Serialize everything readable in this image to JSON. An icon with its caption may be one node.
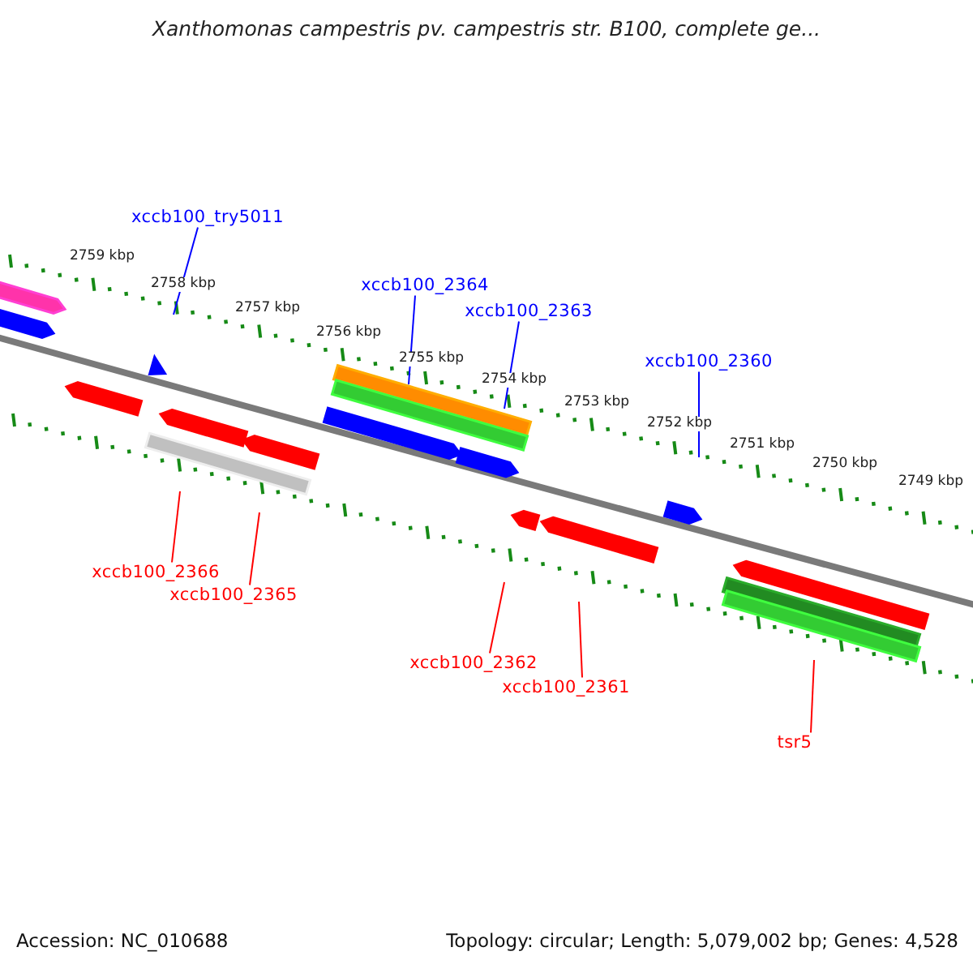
{
  "diagram": {
    "title": "Xanthomonas campestris pv. campestris str. B100, complete ge...",
    "nodes": [
      {
        "text": [
          "xccb100_try5011"
        ]
      },
      {
        "text": [
          "xccb100_2364"
        ]
      },
      {
        "text": [
          "xccb100_2363"
        ]
      },
      {
        "text": [
          "xccb100_2360"
        ]
      },
      {
        "text": [
          "xccb100_2366"
        ]
      },
      {
        "text": [
          "xccb100_2365"
        ]
      },
      {
        "text": [
          "xccb100_2362"
        ]
      },
      {
        "text": [
          "xccb100_2361"
        ]
      },
      {
        "text": [
          "tsr5"
        ]
      }
    ],
    "edges": [
      {
        "from": 0,
        "to": null,
        "arrow": "none",
        "color": "#0000ff"
      },
      {
        "from": 1,
        "to": null,
        "arrow": "none",
        "color": "#0000ff"
      },
      {
        "from": 2,
        "to": null,
        "arrow": "none",
        "color": "#0000ff"
      },
      {
        "from": 3,
        "to": null,
        "arrow": "none",
        "color": "#0000ff"
      },
      {
        "from": 4,
        "to": null,
        "arrow": "none"
      },
      {
        "from": 5,
        "to": null,
        "arrow": "none"
      },
      {
        "from": 6,
        "to": null,
        "arrow": "none"
      },
      {
        "from": 7,
        "to": null,
        "arrow": "none"
      },
      {
        "from": 8,
        "to": null,
        "arrow": "none"
      }
    ],
    "labels": [
      "2759 kbp",
      "2758 kbp",
      "2757 kbp",
      "2756 kbp",
      "2755 kbp",
      "2754 kbp",
      "2753 kbp",
      "2752 kbp",
      "2751 kbp",
      "2750 kbp",
      "2749 kbp",
      "Accession: NC_010688",
      "Topology: circular; Length: 5,079,002 bp; Genes: 4,528"
    ]
  }
}
